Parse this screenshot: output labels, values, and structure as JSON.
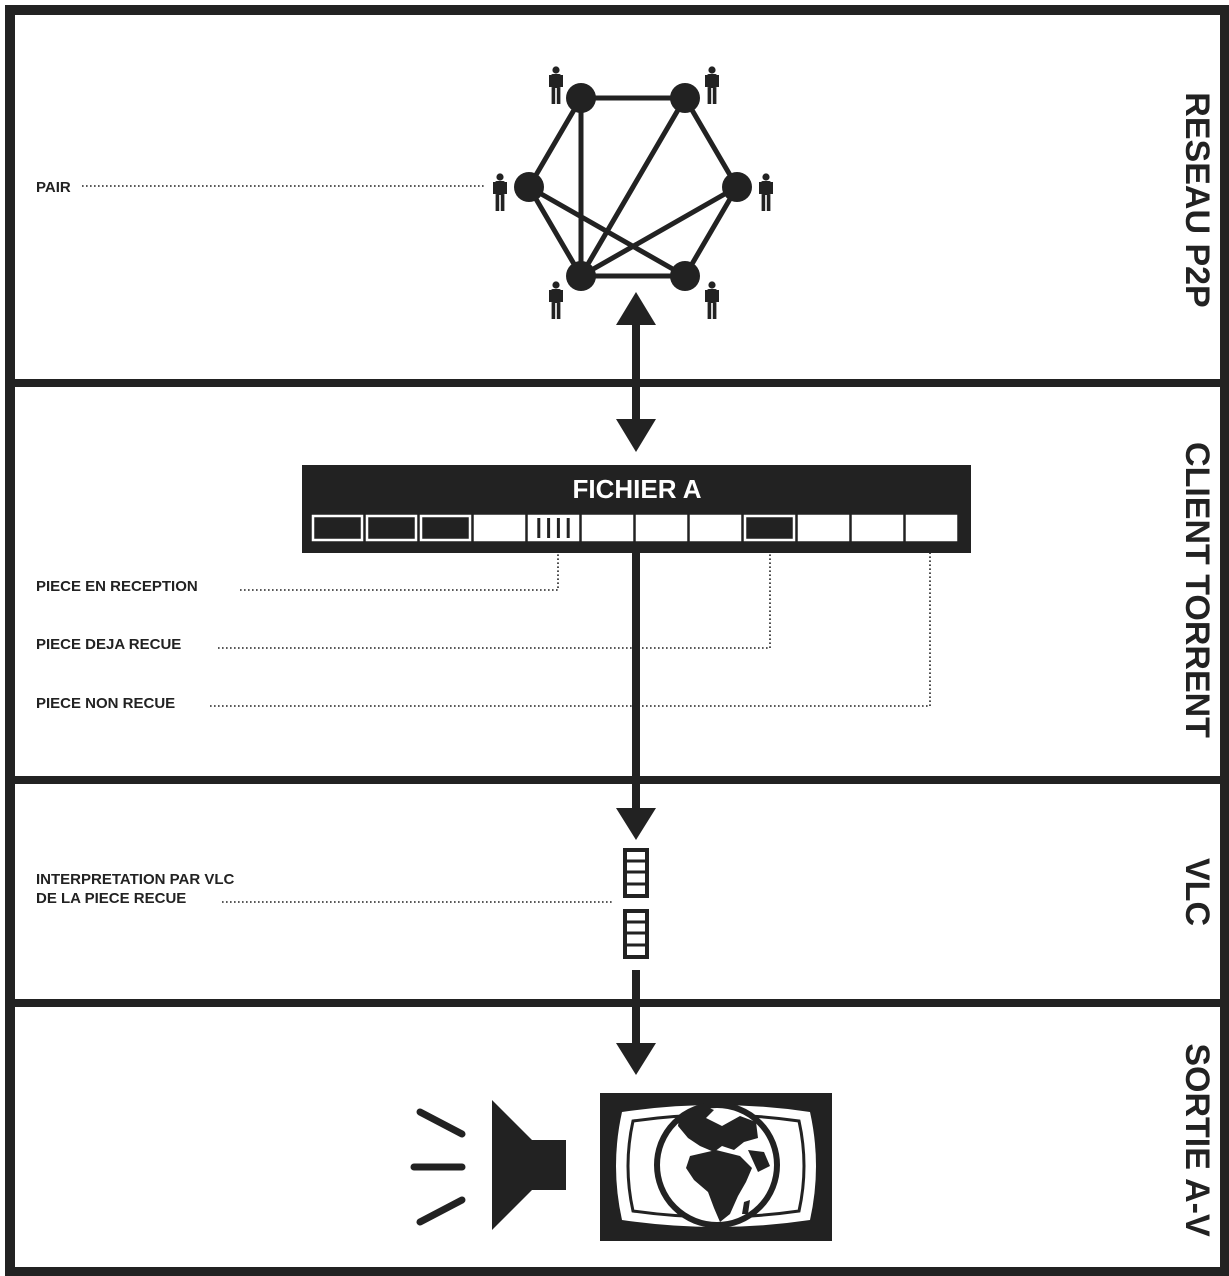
{
  "sections": {
    "p2p": "RESEAU P2P",
    "client": "CLIENT TORRENT",
    "vlc": "VLC",
    "output": "SORTIE A-V"
  },
  "labels": {
    "peer": "PAIR",
    "piece_receiving": "PIECE EN RECEPTION",
    "piece_received": "PIECE DEJA RECUE",
    "piece_not_received": "PIECE NON RECUE",
    "vlc_line1": "INTERPRETATION PAR VLC",
    "vlc_line2": "DE LA PIECE RECUE"
  },
  "file": {
    "title": "FICHIER A",
    "pieces": [
      "received",
      "received",
      "received",
      "empty",
      "receiving",
      "empty",
      "empty",
      "empty",
      "received",
      "empty",
      "empty",
      "empty"
    ]
  },
  "colors": {
    "ink": "#222222",
    "paper": "#ffffff"
  }
}
